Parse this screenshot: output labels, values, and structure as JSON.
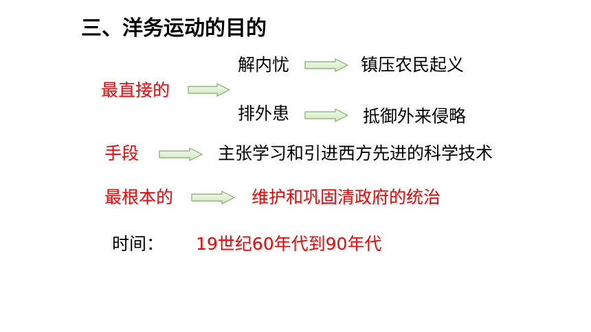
{
  "slide": {
    "title": "三、洋务运动的目的",
    "purposes": {
      "most_direct_label": "最直接的",
      "internal_label": "解内忧",
      "internal_result": "镇压农民起义",
      "external_label": "排外患",
      "external_result": "抵御外来侵略"
    },
    "means": {
      "label": "手段",
      "text": "主张学习和引进西方先进的科学技术"
    },
    "fundamental": {
      "label": "最根本的",
      "text": "维护和巩固清政府的统治"
    },
    "time": {
      "label": "时间：",
      "value": "19世纪60年代到90年代"
    }
  },
  "colors": {
    "red": "#ff0000",
    "arrow_fill_light": "#ecf6e6",
    "arrow_fill_dark": "#cfe8bf",
    "arrow_stroke": "#7fae67"
  },
  "icons": {
    "arrow": "right-arrow-icon"
  }
}
